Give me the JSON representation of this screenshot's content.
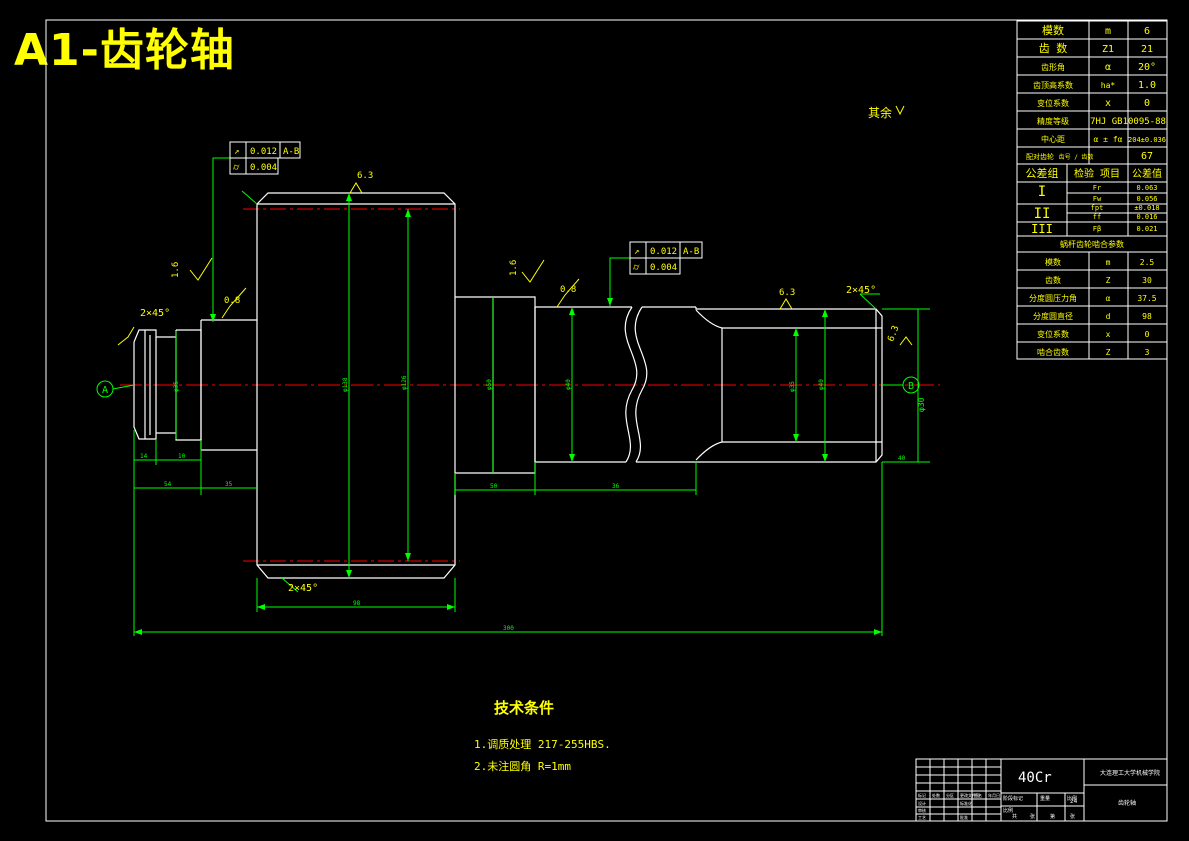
{
  "title": "A1-齿轮轴",
  "colors": {
    "background": "#000000",
    "geometry": "#ffffff",
    "dimension": "#00ff00",
    "centerline": "#ff0000",
    "text": "#ffff00",
    "title_text": "#ffff00"
  },
  "rest_roughness": "其余",
  "gear_param_table": {
    "rows": [
      {
        "label": "模数",
        "sym": "m",
        "value": "6"
      },
      {
        "label": "齿  数",
        "sym": "Z1",
        "value": "21"
      },
      {
        "label": "齿形角",
        "sym": "α",
        "value": "20°"
      },
      {
        "label": "齿顶高系数",
        "sym": "ha*",
        "value": "1.0"
      },
      {
        "label": "变位系数",
        "sym": "x",
        "value": "0"
      },
      {
        "label": "精度等级",
        "sym": "",
        "value": "7HJ GB10095-88"
      },
      {
        "label": "中心距",
        "sym": "α ± fα",
        "value": "204±0.036"
      },
      {
        "label": "配对齿轮",
        "sym": "齿号 / 齿数",
        "value": "67"
      }
    ],
    "tolerance_header": {
      "group": "公差组",
      "item": "检验 项目",
      "value": "公差值"
    },
    "tolerance_rows": [
      {
        "group": "I",
        "item": "Fr",
        "value": "0.063"
      },
      {
        "group": "",
        "item": "Fw",
        "value": "0.056"
      },
      {
        "group": "II",
        "item": "fpt",
        "value": "±0.018"
      },
      {
        "group": "",
        "item": "ff",
        "value": "0.016"
      },
      {
        "group": "III",
        "item": "Fβ",
        "value": "0.021"
      }
    ],
    "worm_header": "蜗杆齿轮啮合参数",
    "worm_rows": [
      {
        "label": "模数",
        "sym": "m",
        "value": "2.5"
      },
      {
        "label": "齿数",
        "sym": "Z",
        "value": "30"
      },
      {
        "label": "分度圆压力角",
        "sym": "α",
        "value": "37.5"
      },
      {
        "label": "分度圆直径",
        "sym": "d",
        "value": "98"
      },
      {
        "label": "变位系数",
        "sym": "x",
        "value": "0"
      },
      {
        "label": "啮合齿数",
        "sym": "Z",
        "value": "3"
      }
    ]
  },
  "gdt": {
    "frame1": {
      "tol_runout": "0.012",
      "datum": "A-B",
      "tol_cyl": "0.004"
    },
    "frame2": {
      "tol_runout": "0.012",
      "datum": "A-B",
      "tol_cyl": "0.004"
    }
  },
  "roughness_values": [
    "1.6",
    "0.8",
    "6.3",
    "1.6",
    "0.8",
    "6.3",
    "6.3"
  ],
  "chamfer_labels": [
    "2×45°",
    "2×45°",
    "2×45°"
  ],
  "datum_labels": [
    "A",
    "B"
  ],
  "dimension_values": {
    "d_left_end": "φ35",
    "d_gear_root": "φ126",
    "d_gear_tip": "φ138",
    "d_right_shaft": "φ50",
    "d_bearing": "φ40",
    "d_worm": "φ40",
    "d_worm_root": "φ35",
    "d_worm_tip": "φ30",
    "l_a": "14",
    "l_b": "10",
    "l_c": "54",
    "l_d": "35",
    "l_e": "50",
    "l_f": "36",
    "l_gear": "98",
    "l_total": "300",
    "l_right_end": "40"
  },
  "technical_requirements": {
    "heading": "技术条件",
    "items": [
      "1.调质处理 217-255HBS.",
      "2.未注圆角 R=1mm"
    ]
  },
  "title_block": {
    "material": "40Cr",
    "school": "大连理工大学机械学院",
    "drawing_name": "齿轮轴",
    "scale_label": "比例",
    "sheet": "24",
    "labels": [
      "标记",
      "处数",
      "分区",
      "更改文件号",
      "签名",
      "年月日",
      "设计",
      "审核",
      "工艺",
      "批准",
      "标准化",
      "阶段标记",
      "重量",
      "比例",
      "共",
      "张",
      "第",
      "张"
    ]
  }
}
